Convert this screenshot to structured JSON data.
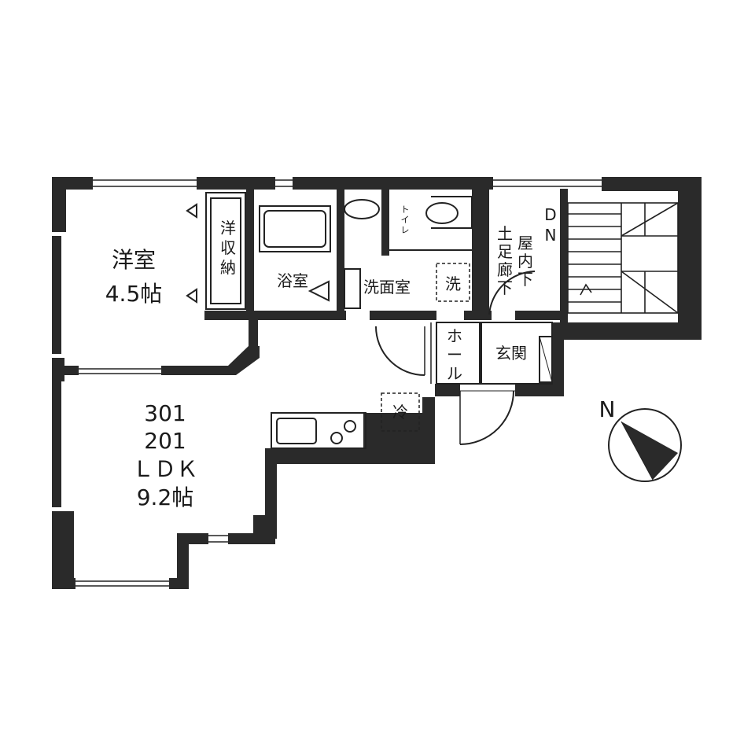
{
  "rooms": {
    "western_room": {
      "name": "洋室",
      "size": "4.5帖"
    },
    "closet": {
      "chars": [
        "洋",
        "収",
        "納"
      ]
    },
    "bathroom": {
      "name": "浴室"
    },
    "washroom": {
      "name": "洗面室"
    },
    "washer_mark": "洗",
    "toilet": {
      "chars": [
        "ト",
        "イ",
        "レ"
      ]
    },
    "indoor_corridor": {
      "col_left": [
        "土",
        "足",
        "廊"
      ],
      "col_right": [
        "屋",
        "内",
        "下"
      ],
      "left_tail": "下"
    },
    "stairs": {
      "dn_chars": [
        "D",
        "N"
      ]
    },
    "hall": {
      "chars": [
        "ホ",
        "ー",
        "ル"
      ]
    },
    "entrance": {
      "name": "玄関"
    },
    "fridge_mark": "冷",
    "ldk": {
      "unit_a": "301",
      "unit_b": "201",
      "name": "ＬＤＫ",
      "size": "9.2帖"
    }
  },
  "compass": {
    "label": "N"
  },
  "colors": {
    "wall": "#2a2a2a",
    "line": "#222222",
    "background": "#ffffff"
  }
}
